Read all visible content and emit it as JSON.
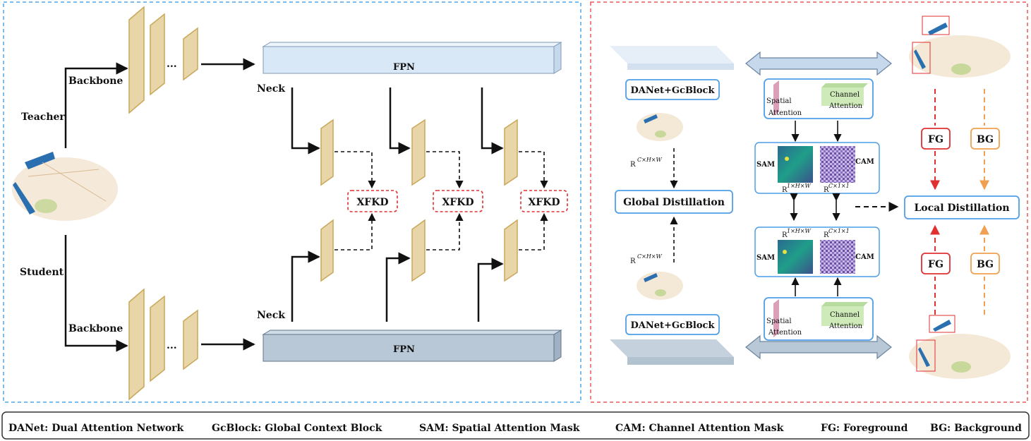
{
  "left": {
    "teacher": "Teacher",
    "student": "Student",
    "backbone_top": "Backbone",
    "backbone_bottom": "Backbone",
    "dots_top": "...",
    "dots_bottom": "...",
    "fpn_top": "FPN",
    "fpn_bottom": "FPN",
    "neck_top": "Neck",
    "neck_bottom": "Neck",
    "xfkd": [
      "XFKD",
      "XFKD",
      "XFKD"
    ]
  },
  "right": {
    "danet_top": "DANet+GcBlock",
    "danet_bottom": "DANet+GcBlock",
    "global": "Global Distillation",
    "local": "Local  Distillation",
    "rcxhw_top": {
      "base": "R",
      "sup": "C×H×W"
    },
    "rcxhw_bottom": {
      "base": "R",
      "sup": "C×H×W"
    },
    "spatial_top": [
      "Spatial",
      "Attention"
    ],
    "channel_top": [
      "Channel",
      "Attention"
    ],
    "spatial_bottom": [
      "Spatial",
      "Attention"
    ],
    "channel_bottom": [
      "Channel",
      "Attention"
    ],
    "sam_top": "SAM",
    "cam_top": "CAM",
    "sam_bottom": "SAM",
    "cam_bottom": "CAM",
    "r1hw_top": {
      "base": "R",
      "sup": "1×H×W"
    },
    "rc11_top": {
      "base": "R",
      "sup": "C×1×1"
    },
    "r1hw_bottom": {
      "base": "R",
      "sup": "1×H×W"
    },
    "rc11_bottom": {
      "base": "R",
      "sup": "C×1×1"
    },
    "fg_top": "FG",
    "bg_top": "BG",
    "fg_bottom": "FG",
    "bg_bottom": "BG"
  },
  "legend": [
    "DANet: Dual  Attention  Network",
    "GcBlock: Global  Context  Block",
    "SAM: Spatial  Attention  Mask",
    "CAM: Channel  Attention  Mask",
    "FG: Foreground",
    "BG: Background"
  ],
  "colors": {
    "left_border": "#4ea5e8",
    "right_border": "#e85a5a",
    "feature": "#e8d6a8",
    "feature_edge": "#c9a75a",
    "fpn_top": "#d9e8f7",
    "fpn_bottom": "#b9c8d6",
    "box_blue": "#4e9ee8",
    "xfkd_red": "#e03030",
    "fg": "#e03030",
    "bg": "#f0a050"
  }
}
